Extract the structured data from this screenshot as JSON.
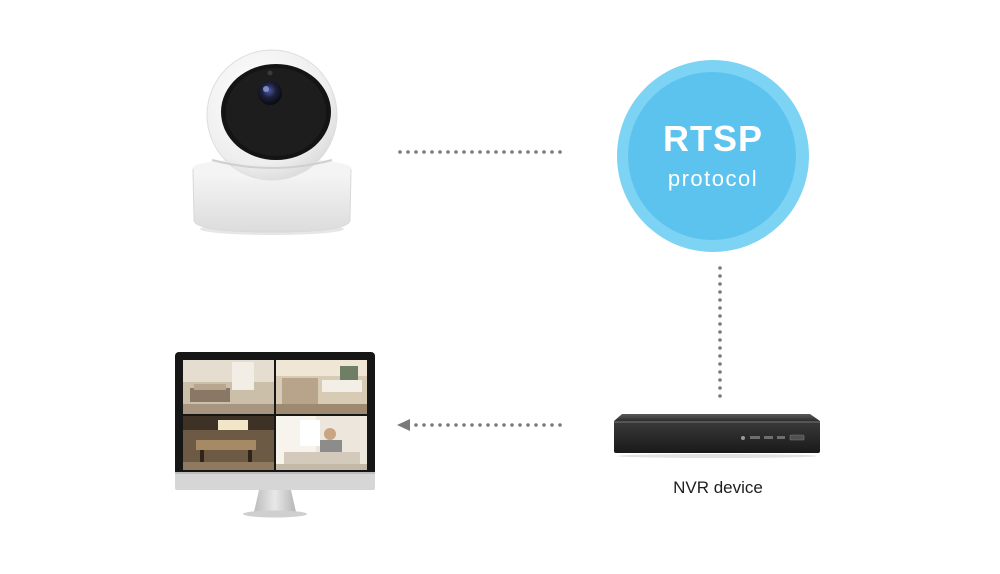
{
  "protocol": {
    "title": "RTSP",
    "subtitle": "protocol"
  },
  "nvr": {
    "label": "NVR device"
  },
  "colors": {
    "accent_outer": "#7dd3f3",
    "accent_inner": "#5cc3ef",
    "connector": "#7a7a7a"
  },
  "icons": [
    "camera-icon",
    "rtsp-protocol-badge",
    "nvr-device-icon",
    "monitor-icon"
  ]
}
